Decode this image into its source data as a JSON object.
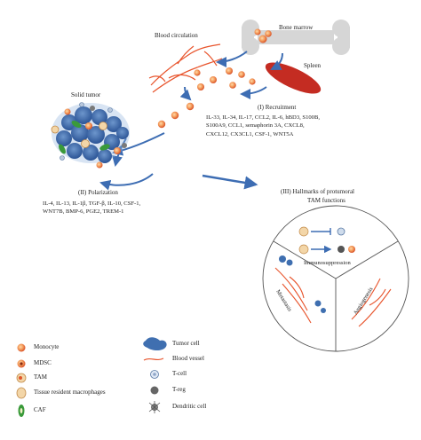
{
  "labels": {
    "bone_marrow": "Bone marrow",
    "blood_circulation": "Blood circulation",
    "spleen": "Spleen",
    "solid_tumor": "Solid tumor",
    "recruitment_title": "(I) Recruitment",
    "polarization_title": "(II) Polarization",
    "hallmarks_title_line1": "(III) Hallmarks of protumoral",
    "hallmarks_title_line2": "TAM functions",
    "immunosuppression": "Immunosuppression",
    "metastasis": "Metastasis",
    "angiogenesis": "Angiogenesis"
  },
  "recruitment_factors": [
    "IL-33, IL-34, IL-17, CCL2, IL-6, hBD3, S100B,",
    "S100A9, CCL1, semaphorin 3A, CXCL8,",
    "CXCL12, CX3CL1, CSF-1, WNT5A"
  ],
  "polarization_factors": [
    "IL-4, IL-13, IL-1β, TGF-β, IL-10, CSF-1,",
    "WNT7B, BMP-6, PGE2, TREM-1"
  ],
  "legend_left": [
    {
      "label": "Monocyte",
      "icon": "monocyte-icon"
    },
    {
      "label": "MDSC",
      "icon": "mdsc-icon"
    },
    {
      "label": "TAM",
      "icon": "tam-icon"
    },
    {
      "label": "Tissue resident macrophages",
      "icon": "tissue-resident-macrophage-icon"
    },
    {
      "label": "CAF",
      "icon": "caf-icon"
    }
  ],
  "legend_right": [
    {
      "label": "Tumor cell",
      "icon": "tumor-cell-icon"
    },
    {
      "label": "Blood vessel",
      "icon": "blood-vessel-icon"
    },
    {
      "label": "T-cell",
      "icon": "t-cell-icon"
    },
    {
      "label": "T-reg",
      "icon": "t-reg-icon"
    },
    {
      "label": "Dendritic cell",
      "icon": "dendritic-cell-icon"
    }
  ],
  "colors": {
    "monocyte": "#e0552a",
    "blood_vessel": "#e8542c",
    "tumor_cell": "#3f6fb0",
    "arrow": "#3d6db3",
    "spleen": "#c42c22",
    "caf": "#3a9a3a",
    "tam": "#f3d6a8"
  }
}
